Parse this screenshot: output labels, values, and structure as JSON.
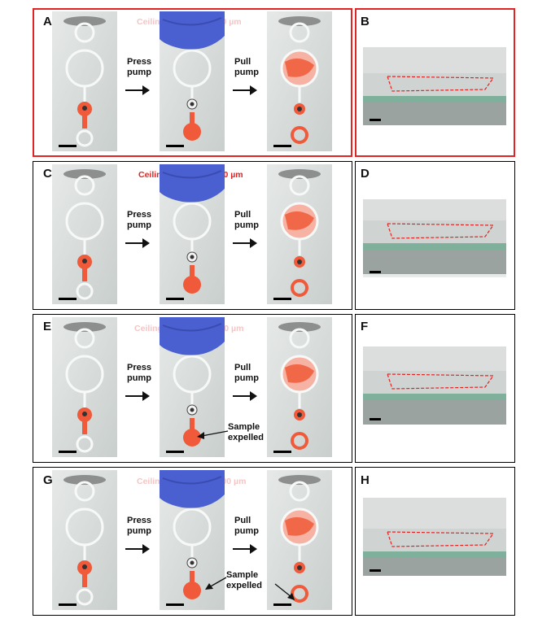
{
  "figure": {
    "rows": [
      {
        "label": "A",
        "ceiling": "Ceiling thickness: 200 µm",
        "cross_label": "B",
        "expelled": false
      },
      {
        "label": "C",
        "ceiling": "Ceiling thickness: 600 µm",
        "cross_label": "D",
        "expelled": false
      },
      {
        "label": "E",
        "ceiling": "Ceiling thickness: 1000 µm",
        "cross_label": "F",
        "expelled": true
      },
      {
        "label": "G",
        "ceiling": "Ceiling thickness: 1200 µm",
        "cross_label": "H",
        "expelled": true
      }
    ],
    "press_label": [
      "Press",
      "pump"
    ],
    "pull_label": [
      "Pull",
      "pump"
    ],
    "expelled_label": [
      "Sample",
      "expelled"
    ],
    "colors": {
      "highlight_border": "#e02424",
      "sample_red": "#f05a3a",
      "glove_blue": "#4a5fd0",
      "substrate_green": "#7fb09c"
    }
  }
}
